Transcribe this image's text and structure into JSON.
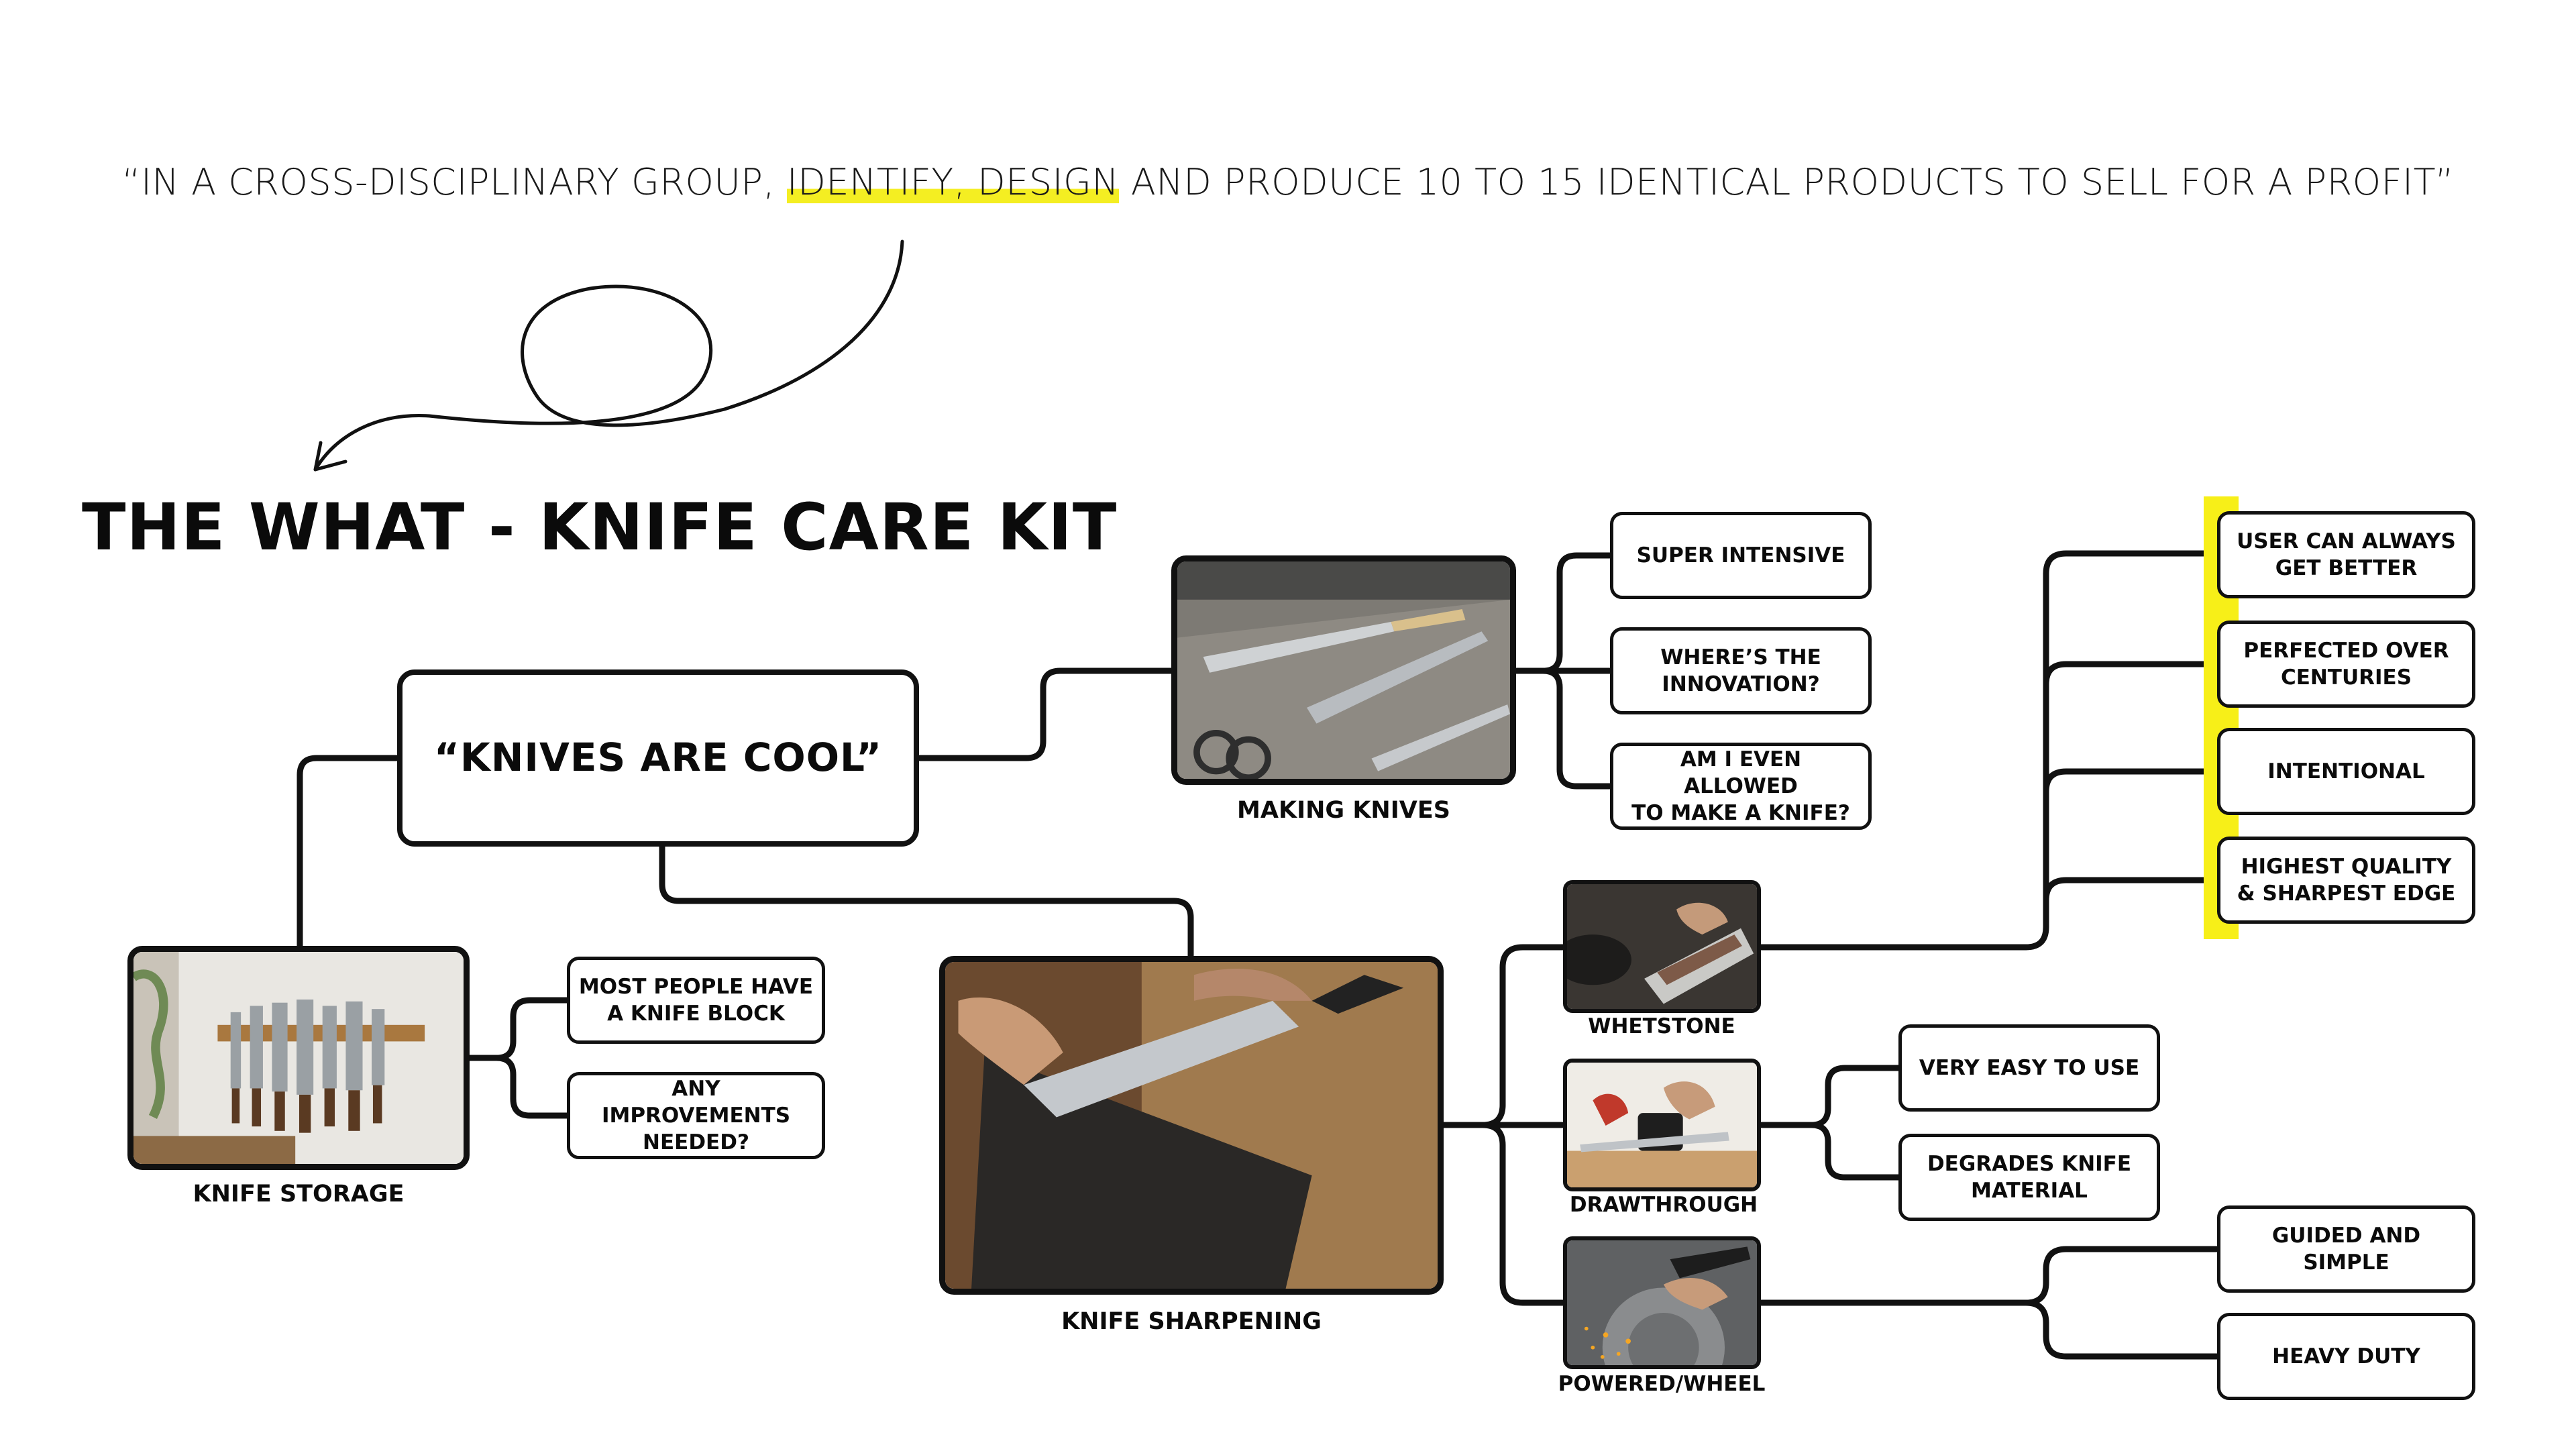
{
  "brief": {
    "open": "“IN A CROSS-DISCIPLINARY GROUP, ",
    "highlight": "IDENTIFY, DESIGN",
    "close": " AND PRODUCE 10 TO 15 IDENTICAL PRODUCTS TO SELL FOR A PROFIT”"
  },
  "title": "THE WHAT - KNIFE CARE KIT",
  "central": "“KNIVES ARE COOL”",
  "making_knives": {
    "caption": "MAKING KNIVES",
    "notes": [
      "SUPER INTENSIVE",
      "WHERE’S THE\nINNOVATION?",
      "AM I EVEN ALLOWED\nTO MAKE A KNIFE?"
    ]
  },
  "knife_storage": {
    "caption": "KNIFE STORAGE",
    "notes": [
      "MOST PEOPLE HAVE\nA KNIFE BLOCK",
      "ANY IMPROVEMENTS\nNEEDED?"
    ]
  },
  "knife_sharpening": {
    "caption": "KNIFE SHARPENING",
    "whetstone": {
      "caption": "WHETSTONE",
      "notes": [
        "USER CAN ALWAYS\nGET BETTER",
        "PERFECTED OVER\nCENTURIES",
        "INTENTIONAL",
        "HIGHEST QUALITY\n& SHARPEST EDGE"
      ]
    },
    "drawthrough": {
      "caption": "DRAWTHROUGH",
      "notes": [
        "VERY EASY TO USE",
        "DEGRADES KNIFE\nMATERIAL"
      ]
    },
    "powered": {
      "caption": "POWERED/WHEEL",
      "notes": [
        "GUIDED AND SIMPLE",
        "HEAVY DUTY"
      ]
    }
  },
  "colors": {
    "highlight": "#f4ee22",
    "ink": "#111111"
  }
}
